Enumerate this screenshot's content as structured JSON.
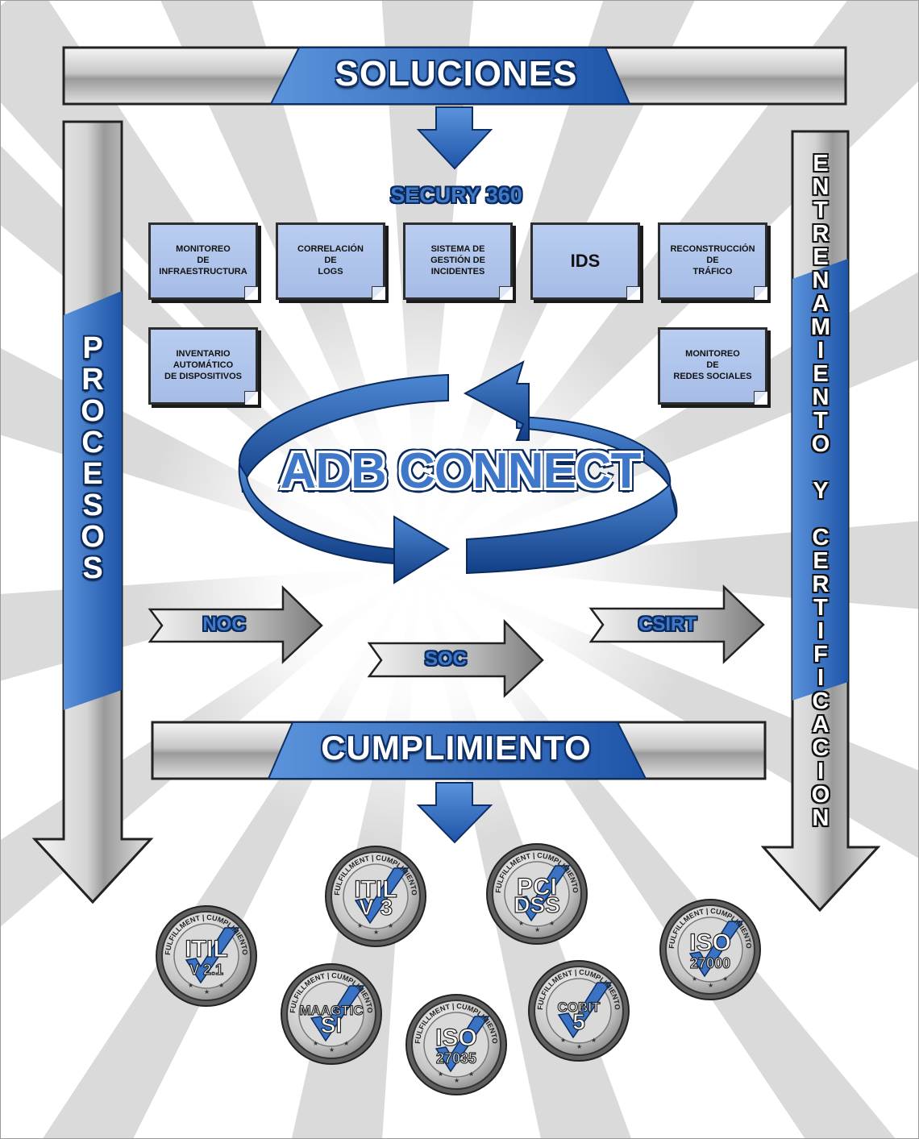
{
  "banners": {
    "top": "SOLUCIONES",
    "bottom": "CUMPLIMIENTO"
  },
  "left_column": "PROCESOS",
  "right_column": "ENTRENAMIENTO Y CERTIFICACION",
  "securyTitle": "SECURY 360",
  "modules": [
    "MONITOREO\nDE\nINFRAESTRUCTURA",
    "CORRELACIÓN\nDE\nLOGS",
    "SISTEMA DE\nGESTIÓN DE\nINCIDENTES",
    "IDS",
    "RECONSTRUCCIÓN\nDE\nTRÁFICO",
    "INVENTARIO\nAUTOMÁTICO\nDE DISPOSITIVOS",
    "MONITOREO\nDE\nREDES SOCIALES"
  ],
  "center": "ADB CONNECT",
  "flow": [
    "NOC",
    "SOC",
    "CSIRT"
  ],
  "badges": {
    "ring": "FULFILLMENT | CUMPLIMIENTO",
    "items": [
      {
        "line1": "ITIL",
        "line2": "V 3"
      },
      {
        "line1": "PCI",
        "line2": "DSS"
      },
      {
        "line1": "ITIL",
        "line2": "V 2.1"
      },
      {
        "line1": "ISO",
        "line2": "27000"
      },
      {
        "line1": "MAAGTIC",
        "line2": "SI"
      },
      {
        "line1": "COBIT",
        "line2": "5"
      },
      {
        "line1": "ISO",
        "line2": "27035"
      }
    ]
  },
  "colors": {
    "accent": "#3b73c4",
    "accent_dark": "#0d2f66",
    "card": "#a9bfe8",
    "rays": "#d9d9d9"
  }
}
